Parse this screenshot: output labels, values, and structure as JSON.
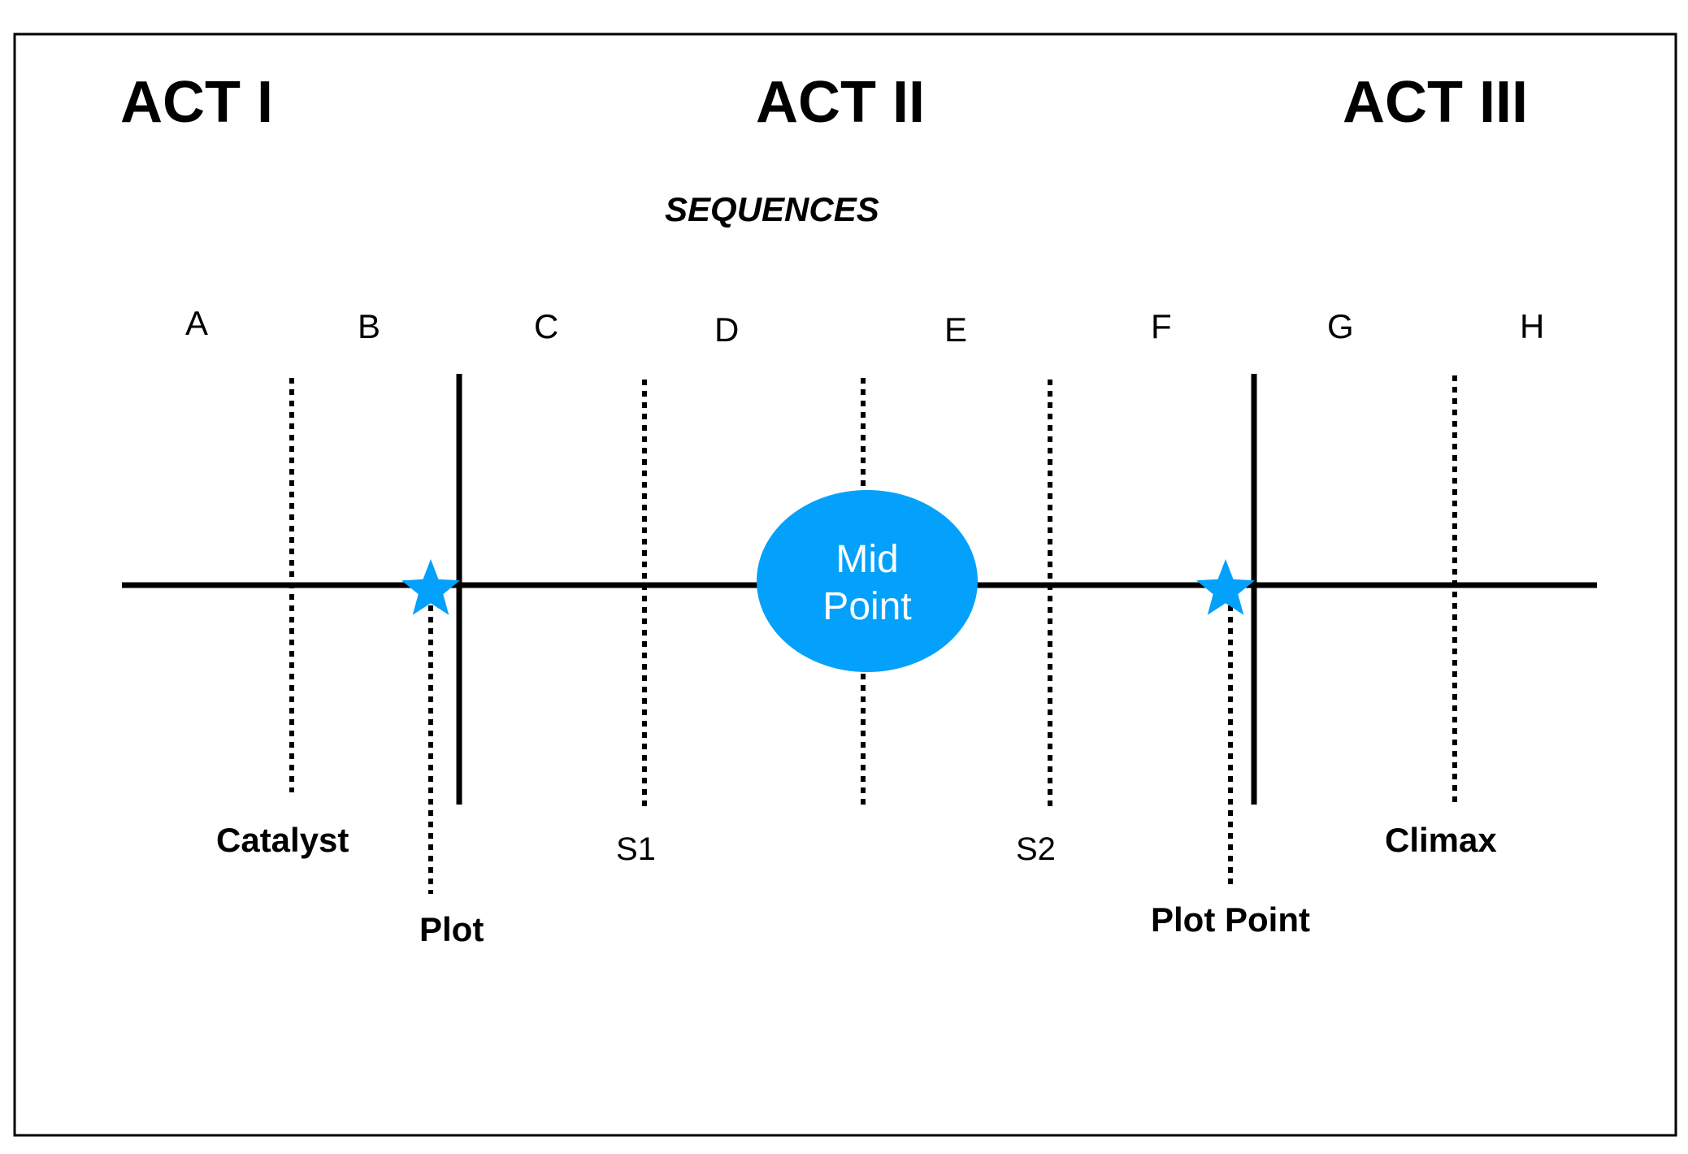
{
  "acts": {
    "act1": "ACT I",
    "act2": "ACT II",
    "act3": "ACT III"
  },
  "sequences_title": "SEQUENCES",
  "sequences": [
    "A",
    "B",
    "C",
    "D",
    "E",
    "F",
    "G",
    "H"
  ],
  "markers": {
    "catalyst": "Catalyst",
    "plot": "Plot",
    "s1": "S1",
    "s2": "S2",
    "plot_point": "Plot Point",
    "climax": "Climax"
  },
  "midpoint": {
    "line1": "Mid",
    "line2": "Point"
  },
  "colors": {
    "accent": "#03A1FB",
    "line": "#000000",
    "background": "#FFFFFF"
  },
  "icons": [
    "star-icon",
    "star-icon"
  ]
}
